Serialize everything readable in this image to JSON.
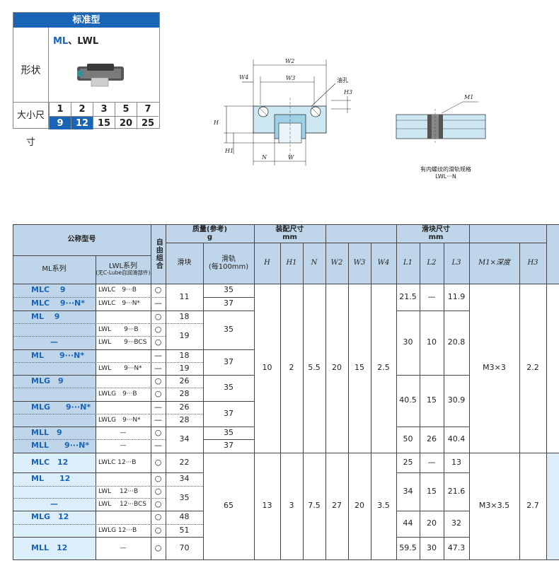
{
  "shape_box": {
    "title": "标准型",
    "shape_label": "形状",
    "series_ml": "ML",
    "series_sep": "、",
    "series_lwl": "LWL",
    "size_label": "大小尺寸",
    "sizes_top": [
      "1",
      "2",
      "3",
      "5",
      "7"
    ],
    "sizes_bottom": [
      "9",
      "12",
      "15",
      "20",
      "25"
    ],
    "highlighted_bottom": [
      "9",
      "12"
    ]
  },
  "drawing": {
    "labels": {
      "W2": "W2",
      "W3": "W3",
      "W4": "W4",
      "oil_hole": "油孔",
      "H3": "H3",
      "H": "H",
      "H1": "H1",
      "N": "N",
      "W": "W",
      "M1": "M1"
    },
    "rail_caption_1": "有内螺纹的滑轨规格",
    "rail_caption_2": "LWL···N"
  },
  "table": {
    "header": {
      "nominal": "公称型号",
      "ml_series": "ML系列",
      "lwl_series": "LWL系列",
      "lwl_sub": "(无C-Lube自润滑部件)",
      "free_combo": "自由组合",
      "mass": "质量(参考)",
      "mass_unit": "g",
      "slider": "滑块",
      "rail": "滑轨",
      "rail_unit": "(每100mm)",
      "mount": "装配尺寸",
      "mount_unit": "mm",
      "block": "滑块尺寸",
      "block_unit": "mm",
      "H": "H",
      "H1": "H1",
      "N": "N",
      "W2": "W2",
      "W3": "W3",
      "W4": "W4",
      "L1": "L1",
      "L2": "L2",
      "L3": "L3",
      "M1_depth": "M1×深度",
      "H3": "H3"
    },
    "rows": [
      {
        "ml": "MLC　 9",
        "lwl": "LWLC　9···B",
        "fc": "○",
        "slider": "",
        "rail": "35"
      },
      {
        "ml": "MLC　 9···N*",
        "lwl": "LWLC　9···N*",
        "fc": "—",
        "slider": "",
        "rail": "37"
      },
      {
        "ml": "ML　 9",
        "lwl": "",
        "fc": "○",
        "slider": "18",
        "rail": ""
      },
      {
        "ml": "",
        "lwl": "LWL　　9···B",
        "fc": "○",
        "slider": "",
        "rail": ""
      },
      {
        "ml": "—",
        "lwl": "LWL　　9···BCS",
        "fc": "○",
        "slider": "",
        "rail": ""
      },
      {
        "ml": "ML　　9···N*",
        "lwl": "",
        "fc": "—",
        "slider": "18",
        "rail": ""
      },
      {
        "ml": "",
        "lwl": "LWL　　9···N*",
        "fc": "—",
        "slider": "19",
        "rail": ""
      },
      {
        "ml": "MLG　9",
        "lwl": "",
        "fc": "○",
        "slider": "26",
        "rail": ""
      },
      {
        "ml": "",
        "lwl": "LWLG　9···B",
        "fc": "○",
        "slider": "28",
        "rail": ""
      },
      {
        "ml": "MLG　　9···N*",
        "lwl": "",
        "fc": "—",
        "slider": "26",
        "rail": ""
      },
      {
        "ml": "",
        "lwl": "LWLG　9···N*",
        "fc": "—",
        "slider": "28",
        "rail": ""
      },
      {
        "ml": "MLL　9",
        "lwl": "—",
        "fc": "○",
        "slider": "",
        "rail": "35"
      },
      {
        "ml": "MLL　　9···N*",
        "lwl": "—",
        "fc": "—",
        "slider": "",
        "rail": "37"
      },
      {
        "ml": "MLC　12",
        "lwl": "LWLC 12···B",
        "fc": "○",
        "slider": "22",
        "rail": ""
      },
      {
        "ml": "ML　　12",
        "lwl": "",
        "fc": "○",
        "slider": "34",
        "rail": ""
      },
      {
        "ml": "",
        "lwl": "LWL　 12···B",
        "fc": "○",
        "slider": "",
        "rail": ""
      },
      {
        "ml": "—",
        "lwl": "LWL　 12···BCS",
        "fc": "○",
        "slider": "",
        "rail": ""
      },
      {
        "ml": "MLG　12",
        "lwl": "",
        "fc": "○",
        "slider": "48",
        "rail": ""
      },
      {
        "ml": "",
        "lwl": "LWLG 12···B",
        "fc": "○",
        "slider": "51",
        "rail": ""
      },
      {
        "ml": "MLL　12",
        "lwl": "—",
        "fc": "○",
        "slider": "70",
        "rail": ""
      }
    ],
    "merged": {
      "slider_9c": "11",
      "slider_9ml": "19",
      "slider_mll9": "34",
      "slider_12ml": "35",
      "rail_9a": "35",
      "rail_9b": "37",
      "rail_9g1": "35",
      "rail_9g2": "37",
      "rail_12": "65",
      "size9": {
        "H": "10",
        "H1": "2",
        "N": "5.5",
        "W2": "20",
        "W3": "15",
        "W4": "2.5",
        "M1": "M3×3",
        "H3": "2.2"
      },
      "size12": {
        "H": "13",
        "H1": "3",
        "N": "7.5",
        "W2": "27",
        "W3": "20",
        "W4": "3.5",
        "M1": "M3×3.5",
        "H3": "2.7"
      },
      "L_groups": [
        {
          "L1": "21.5",
          "L2": "—",
          "L3": "11.9"
        },
        {
          "L1": "30",
          "L2": "10",
          "L3": "20.8"
        },
        {
          "L1": "40.5",
          "L2": "15",
          "L3": "30.9"
        },
        {
          "L1": "50",
          "L2": "26",
          "L3": "40.4"
        },
        {
          "L1": "25",
          "L2": "—",
          "L3": "13"
        },
        {
          "L1": "34",
          "L2": "15",
          "L3": "21.6"
        },
        {
          "L1": "44",
          "L2": "20",
          "L3": "32"
        },
        {
          "L1": "59.5",
          "L2": "30",
          "L3": "47.3"
        }
      ]
    }
  }
}
